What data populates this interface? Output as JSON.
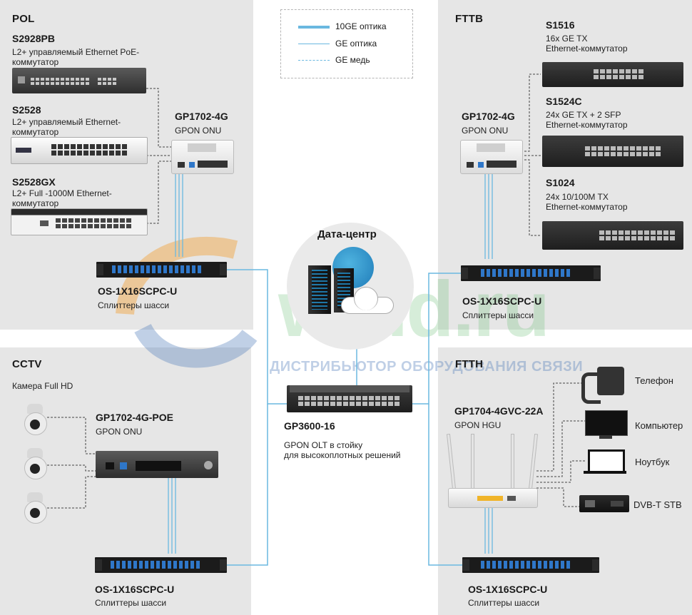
{
  "legend": {
    "fiber10": "10GE оптика",
    "fiberge": "GE оптика",
    "copper": "GE медь"
  },
  "pol": {
    "title": "POL",
    "s2928pb": {
      "model": "S2928PB",
      "desc1": "L2+ управляемый Ethernet PoE-",
      "desc2": "коммутатор"
    },
    "s2528": {
      "model": "S2528",
      "desc1": "L2+ управляемый Ethernet-",
      "desc2": "коммутатор"
    },
    "s2528gx": {
      "model": "S2528GX",
      "desc1": "L2+ Full -1000M Ethernet-",
      "desc2": "коммутатор"
    },
    "onu": {
      "model": "GP1702-4G",
      "desc": "GPON ONU"
    },
    "splitter": {
      "model": "OS-1X16SCPC-U",
      "desc": "Сплиттеры шасси"
    }
  },
  "cctv": {
    "title": "CCTV",
    "camera": "Камера Full HD",
    "onu": {
      "model": "GP1702-4G-POE",
      "desc": "GPON ONU"
    },
    "splitter": {
      "model": "OS-1X16SCPC-U",
      "desc": "Сплиттеры шасси"
    }
  },
  "center": {
    "datacenter": "Дата-центр",
    "olt": {
      "model": "GP3600-16",
      "desc1": "GPON OLT в стойку",
      "desc2": "для высокоплотных решений"
    },
    "watermark_logo": "wmd.ru",
    "watermark_text": "ДИСТРИБЬЮТОР ОБОРУДОВАНИЯ СВЯЗИ"
  },
  "fttb": {
    "title": "FTTB",
    "onu": {
      "model": "GP1702-4G",
      "desc": "GPON ONU"
    },
    "s1516": {
      "model": "S1516",
      "desc1": "16x GE TX",
      "desc2": "Ethernet-коммутатор"
    },
    "s1524c": {
      "model": "S1524C",
      "desc1": "24x GE TX + 2 SFP",
      "desc2": "Ethernet-коммутатор"
    },
    "s1024": {
      "model": "S1024",
      "desc1": "24x 10/100M TX",
      "desc2": "Ethernet-коммутатор"
    },
    "splitter": {
      "model": "OS-1X16SCPC-U",
      "desc": "Сплиттеры шасси"
    }
  },
  "ftth": {
    "title": "FTTH",
    "hgu": {
      "model": "GP1704-4GVC-22A",
      "desc": "GPON HGU"
    },
    "phone": "Телефон",
    "computer": "Компьютер",
    "laptop": "Ноутбук",
    "stb": "DVB-T STB",
    "splitter": {
      "model": "OS-1X16SCPC-U",
      "desc": "Сплиттеры шасси"
    }
  },
  "colors": {
    "panel": "#e6e6e6",
    "fiber": "#6ab8e0",
    "copper": "#444444",
    "splitter_port": "#2f77c9",
    "watermark_blue": "#4a78b8",
    "watermark_green": "#6fc07a",
    "watermark_orange": "#f2a23a"
  }
}
